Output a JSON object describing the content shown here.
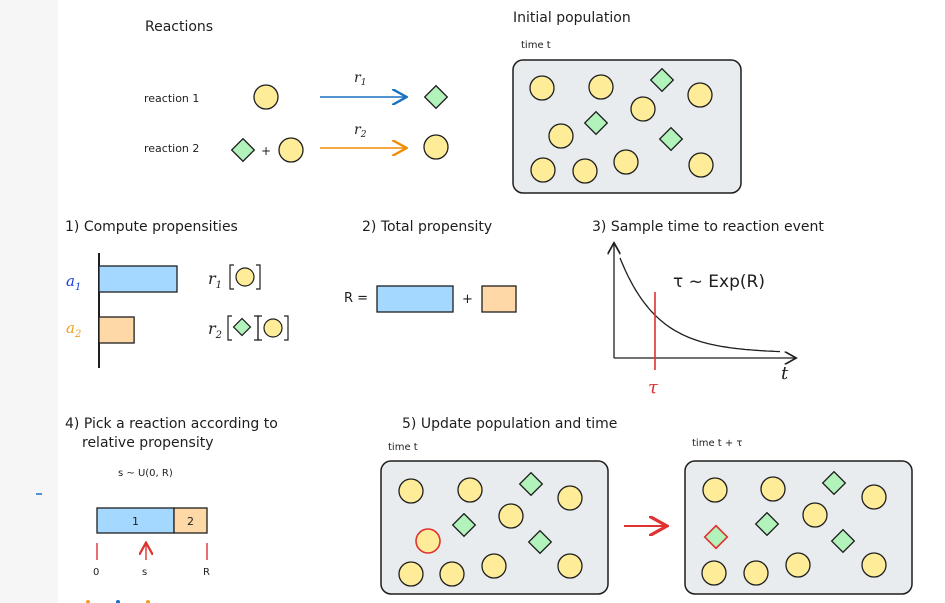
{
  "reactions_panel": {
    "title": "Reactions",
    "reaction1_label": "reaction 1",
    "reaction2_label": "reaction 2",
    "plus": "+",
    "rate1": "r",
    "rate1_sub": "1",
    "rate2": "r",
    "rate2_sub": "2"
  },
  "initial_population": {
    "title": "Initial population",
    "time_label": "time t"
  },
  "step1": {
    "title": "1) Compute propensities",
    "a1": "a",
    "a1_sub": "1",
    "a2": "a",
    "a2_sub": "2",
    "a1_value": 1.0,
    "a2_value": 0.45,
    "formula1_r": "r",
    "formula1_sub": "1",
    "formula2_r": "r",
    "formula2_sub": "2"
  },
  "step2": {
    "title": "2) Total propensity",
    "R_label": "R =",
    "plus": "+"
  },
  "step3": {
    "title": "3) Sample time to reaction event",
    "annotation": "τ ~ Exp(R)",
    "tau_marker": "τ",
    "axis_label": "t"
  },
  "step4": {
    "title_line1": "4) Pick a reaction according to",
    "title_line2": "relative propensity",
    "distribution": "s ~ U(0, R)",
    "segment1_label": "1",
    "segment2_label": "2",
    "tick_zero": "0",
    "tick_s": "s",
    "tick_R": "R",
    "segment1_fraction": 0.7
  },
  "step5": {
    "title": "5) Update population and time",
    "before_label": "time t",
    "after_label": "time t + τ"
  },
  "colors": {
    "circle_fill": "#ffec99",
    "circle_stroke": "#1e1e1e",
    "diamond_fill": "#b2f2bb",
    "box_fill": "#e9ecef",
    "blue": "#1971c2",
    "orange": "#f08c00",
    "bar_blue": "#a5d8ff",
    "bar_orange": "#ffd8a8",
    "red": "#e03131",
    "a1_color": "#1c3ee0",
    "a2_color": "#f0a020"
  }
}
